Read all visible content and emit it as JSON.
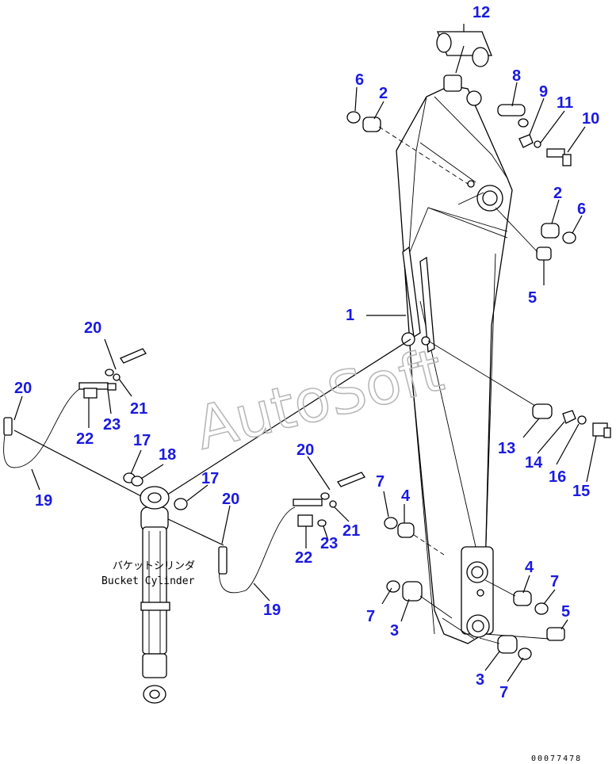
{
  "diagram": {
    "watermark": "AutoSoft",
    "cylinder_label_jp": "バケットシリンダ",
    "cylinder_label_en": "Bucket Cylinder",
    "drawing_code": "00077478",
    "callouts": [
      {
        "id": "c12",
        "text": "12"
      },
      {
        "id": "c6a",
        "text": "6"
      },
      {
        "id": "c2a",
        "text": "2"
      },
      {
        "id": "c8",
        "text": "8"
      },
      {
        "id": "c9",
        "text": "9"
      },
      {
        "id": "c11",
        "text": "11"
      },
      {
        "id": "c10",
        "text": "10"
      },
      {
        "id": "c2b",
        "text": "2"
      },
      {
        "id": "c6b",
        "text": "6"
      },
      {
        "id": "c5a",
        "text": "5"
      },
      {
        "id": "c1",
        "text": "1"
      },
      {
        "id": "c20a",
        "text": "20"
      },
      {
        "id": "c21a",
        "text": "21"
      },
      {
        "id": "c23a",
        "text": "23"
      },
      {
        "id": "c22a",
        "text": "22"
      },
      {
        "id": "c20b",
        "text": "20"
      },
      {
        "id": "c19a",
        "text": "19"
      },
      {
        "id": "c17a",
        "text": "17"
      },
      {
        "id": "c18",
        "text": "18"
      },
      {
        "id": "c17b",
        "text": "17"
      },
      {
        "id": "c20c",
        "text": "20"
      },
      {
        "id": "c20d",
        "text": "20"
      },
      {
        "id": "c21b",
        "text": "21"
      },
      {
        "id": "c23b",
        "text": "23"
      },
      {
        "id": "c22b",
        "text": "22"
      },
      {
        "id": "c19b",
        "text": "19"
      },
      {
        "id": "c13",
        "text": "13"
      },
      {
        "id": "c14",
        "text": "14"
      },
      {
        "id": "c16",
        "text": "16"
      },
      {
        "id": "c15",
        "text": "15"
      },
      {
        "id": "c7a",
        "text": "7"
      },
      {
        "id": "c4a",
        "text": "4"
      },
      {
        "id": "c4b",
        "text": "4"
      },
      {
        "id": "c7b",
        "text": "7"
      },
      {
        "id": "c5b",
        "text": "5"
      },
      {
        "id": "c7c",
        "text": "7"
      },
      {
        "id": "c3a",
        "text": "3"
      },
      {
        "id": "c3b",
        "text": "3"
      },
      {
        "id": "c7d",
        "text": "7"
      }
    ]
  }
}
